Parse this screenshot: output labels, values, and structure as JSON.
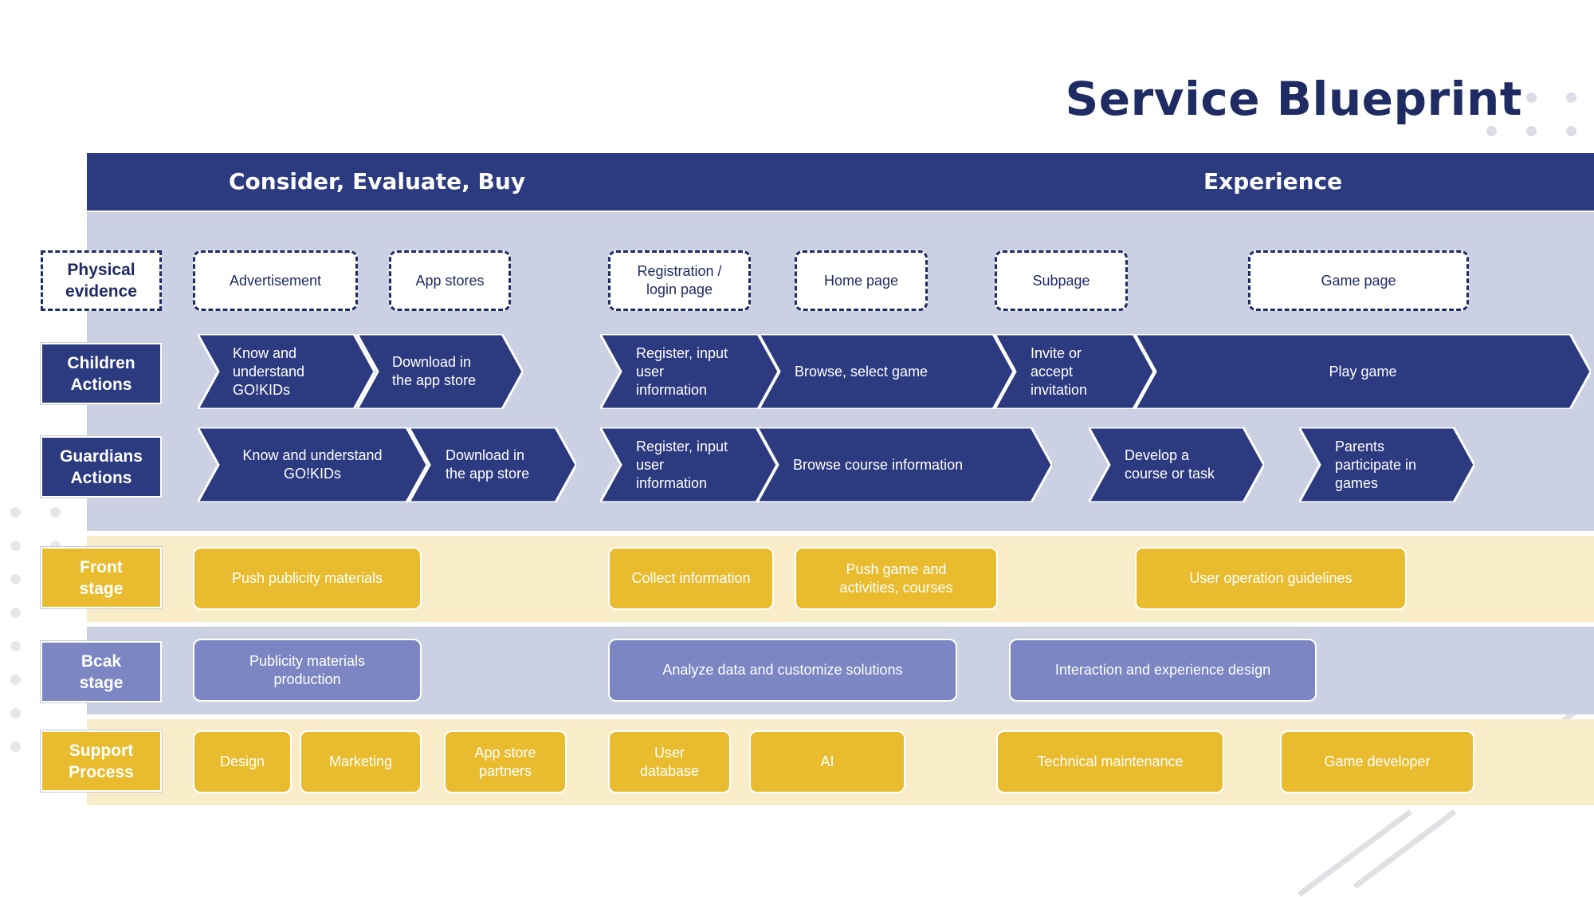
{
  "title": "Service Blueprint",
  "phases": [
    "Consider, Evaluate, Buy",
    "Experience"
  ],
  "row_labels": {
    "physical": "Physical\nevidence",
    "children": "Children\nActions",
    "guardians": "Guardians\nActions",
    "front": "Front\nstage",
    "back": "Bcak\nstage",
    "support": "Support\nProcess"
  },
  "physical_evidence": [
    "Advertisement",
    "App stores",
    "Registration /\nlogin page",
    "Home page",
    "Subpage",
    "Game page"
  ],
  "children_actions": [
    "Know and\nunderstand\nGO!KIDs",
    "Download in\nthe app store",
    "Register, input\nuser\ninformation",
    "Browse, select game",
    "Invite or\naccept\ninvitation",
    "Play game"
  ],
  "guardians_actions": [
    "Know and understand\nGO!KIDs",
    "Download in\nthe app store",
    "Register, input\nuser\ninformation",
    "Browse course information",
    "Develop a\ncourse or task",
    "Parents\nparticipate in\ngames"
  ],
  "front_stage": [
    "Push publicity materials",
    "Collect information",
    "Push game and\nactivities,  courses",
    "User operation guidelines"
  ],
  "back_stage": [
    "Publicity materials\nproduction",
    "Analyze data and customize solutions",
    "Interaction and experience design"
  ],
  "support_process": [
    "Design",
    "Marketing",
    "App store\npartners",
    "User\ndatabase",
    "AI",
    "Technical maintenance",
    "Game developer"
  ],
  "colors": {
    "navy": "#2c3a7f",
    "title": "#1f2b63",
    "yellow": "#e8bc2e",
    "lavender_box": "#7b86c2",
    "lavender_band": "#cbd1e3",
    "cream_band": "#f8ecc9"
  }
}
